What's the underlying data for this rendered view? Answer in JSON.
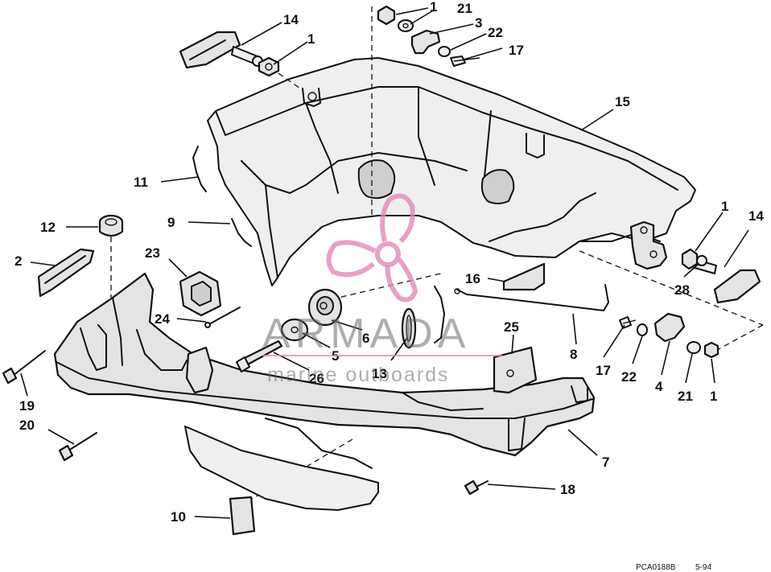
{
  "diagram": {
    "type": "exploded-parts-view",
    "callouts": [
      {
        "id": "c14a",
        "text": "14"
      },
      {
        "id": "c1a",
        "text": "1"
      },
      {
        "id": "c1b",
        "text": "1"
      },
      {
        "id": "c21a",
        "text": "21"
      },
      {
        "id": "c3",
        "text": "3"
      },
      {
        "id": "c22a",
        "text": "22"
      },
      {
        "id": "c17a",
        "text": "17"
      },
      {
        "id": "c15",
        "text": "15"
      },
      {
        "id": "c11",
        "text": "11"
      },
      {
        "id": "c9",
        "text": "9"
      },
      {
        "id": "c12",
        "text": "12"
      },
      {
        "id": "c2",
        "text": "2"
      },
      {
        "id": "c23",
        "text": "23"
      },
      {
        "id": "c24",
        "text": "24"
      },
      {
        "id": "c1c",
        "text": "1"
      },
      {
        "id": "c14b",
        "text": "14"
      },
      {
        "id": "c28",
        "text": "28"
      },
      {
        "id": "c16",
        "text": "16"
      },
      {
        "id": "c6",
        "text": "6"
      },
      {
        "id": "c5",
        "text": "5"
      },
      {
        "id": "c26",
        "text": "26"
      },
      {
        "id": "c13",
        "text": "13"
      },
      {
        "id": "c25",
        "text": "25"
      },
      {
        "id": "c8",
        "text": "8"
      },
      {
        "id": "c17b",
        "text": "17"
      },
      {
        "id": "c22b",
        "text": "22"
      },
      {
        "id": "c4",
        "text": "4"
      },
      {
        "id": "c21b",
        "text": "21"
      },
      {
        "id": "c1d",
        "text": "1"
      },
      {
        "id": "c19",
        "text": "19"
      },
      {
        "id": "c20",
        "text": "20"
      },
      {
        "id": "c7",
        "text": "7"
      },
      {
        "id": "c18",
        "text": "18"
      },
      {
        "id": "c10",
        "text": "10"
      }
    ],
    "reference": {
      "code": "PCA0188B",
      "date": "5-94"
    }
  },
  "watermark": {
    "brand": "ARMADA",
    "tagline": "marine outboards",
    "colors": {
      "propeller": "#e488b8",
      "text": "#6a6a6a"
    }
  }
}
